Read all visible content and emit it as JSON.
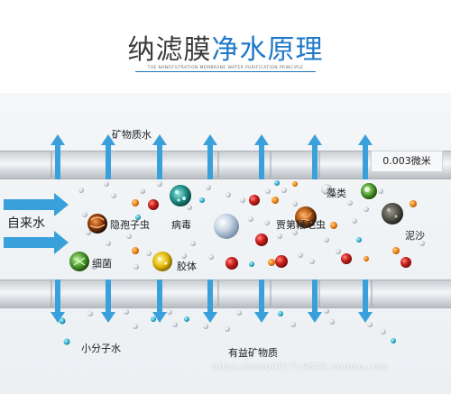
{
  "title": {
    "plain": "纳滤膜",
    "accent": "净水原理"
  },
  "subtitle": "THE NANOFILTRATION MEMBRANE WATER PURIFICATION PRINCIPLE",
  "labels": {
    "minerals": "矿物质水",
    "pore_size": "0.003微米",
    "inflow": "自来水",
    "cryptosporidium": "隐孢子虫",
    "virus": "病毒",
    "algae": "藻类",
    "giardia": "贾第鞭毛虫",
    "bacteria": "细菌",
    "colloid": "胶体",
    "silt": "泥沙",
    "small_molecule_water": "小分子水",
    "beneficial_minerals": "有益矿物质"
  },
  "watermark": "https://shop691719549.taobao.com",
  "colors": {
    "accent": "#1e78c8",
    "arrow": "#3aa0dc",
    "red_particle": "#c8201e",
    "orange_particle": "#f08a1c",
    "cyan_particle": "#35b9d8",
    "grey_particle": "#c9ccd0"
  }
}
